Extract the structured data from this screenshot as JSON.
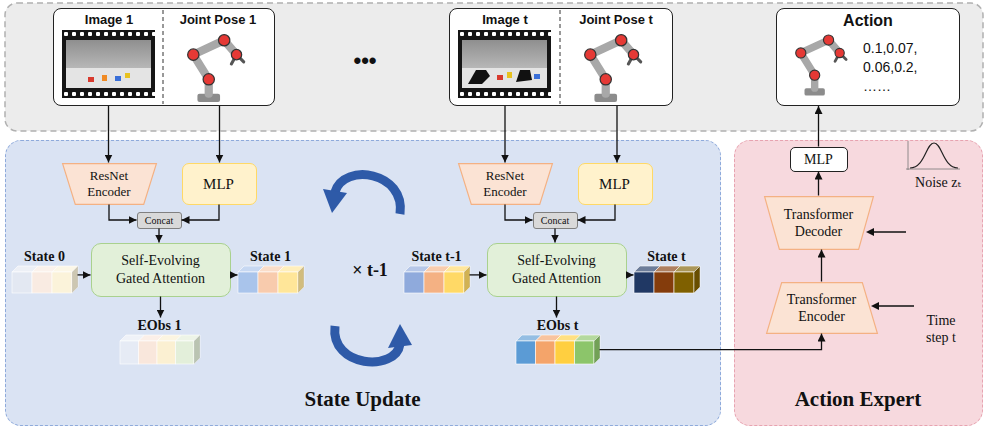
{
  "diagram": {
    "nodes": [
      {
        "text": [
          "State Update"
        ]
      },
      {
        "text": [
          "Action Expert"
        ]
      },
      {
        "text": [
          "Image 1",
          "Joint Pose 1"
        ]
      },
      {
        "text": [
          "Image t",
          "Joint Pose t"
        ]
      },
      {
        "text": [
          "Action",
          "0.1,0.07, 0.06,0.2, ……"
        ]
      },
      {
        "text": [
          "ResNet Encoder"
        ],
        "in": 0
      },
      {
        "text": [
          "MLP"
        ],
        "in": 0
      },
      {
        "text": [
          "Concat"
        ],
        "in": 0
      },
      {
        "text": [
          "Self-Evolving Gated Attention"
        ],
        "in": 0
      },
      {
        "text": [
          "ResNet Encoder"
        ],
        "in": 0
      },
      {
        "text": [
          "MLP"
        ],
        "in": 0
      },
      {
        "text": [
          "Concat"
        ],
        "in": 0
      },
      {
        "text": [
          "Self-Evolving Gated Attention"
        ],
        "in": 0
      },
      {
        "text": [
          "State 0"
        ],
        "in": 0
      },
      {
        "text": [
          "State 1"
        ],
        "in": 0
      },
      {
        "text": [
          "EObs 1"
        ],
        "in": 0
      },
      {
        "text": [
          "State t-1"
        ],
        "in": 0
      },
      {
        "text": [
          "State t"
        ],
        "in": 0
      },
      {
        "text": [
          "EObs t"
        ],
        "in": 0
      },
      {
        "text": [
          "MLP"
        ],
        "in": 1
      },
      {
        "text": [
          "Transformer Decoder"
        ],
        "in": 1
      },
      {
        "text": [
          "Transformer Encoder"
        ],
        "in": 1
      }
    ],
    "edges": [
      {
        "from": 2,
        "to": 5,
        "arrow": "to"
      },
      {
        "from": 2,
        "to": 6,
        "arrow": "to"
      },
      {
        "from": 5,
        "to": 7,
        "arrow": "to"
      },
      {
        "from": 6,
        "to": 7,
        "arrow": "to"
      },
      {
        "from": 7,
        "to": 8,
        "arrow": "to"
      },
      {
        "from": 13,
        "to": 8,
        "arrow": "to"
      },
      {
        "from": 8,
        "to": 14,
        "arrow": "to"
      },
      {
        "from": 8,
        "to": 15,
        "arrow": "to"
      },
      {
        "from": 3,
        "to": 9,
        "arrow": "to"
      },
      {
        "from": 3,
        "to": 10,
        "arrow": "to"
      },
      {
        "from": 9,
        "to": 11,
        "arrow": "to"
      },
      {
        "from": 10,
        "to": 11,
        "arrow": "to"
      },
      {
        "from": 11,
        "to": 12,
        "arrow": "to"
      },
      {
        "from": 16,
        "to": 12,
        "arrow": "to"
      },
      {
        "from": 12,
        "to": 17,
        "arrow": "to"
      },
      {
        "from": 12,
        "to": 18,
        "arrow": "to"
      },
      {
        "from": 18,
        "to": 21,
        "arrow": "to"
      },
      {
        "from": 21,
        "to": 20,
        "arrow": "to"
      },
      {
        "from": 20,
        "to": 19,
        "arrow": "to"
      },
      {
        "from": 19,
        "to": 4,
        "arrow": "to"
      }
    ],
    "labels": [
      "•••",
      "× t-1",
      "Noise zₜ",
      "Time step t"
    ]
  }
}
